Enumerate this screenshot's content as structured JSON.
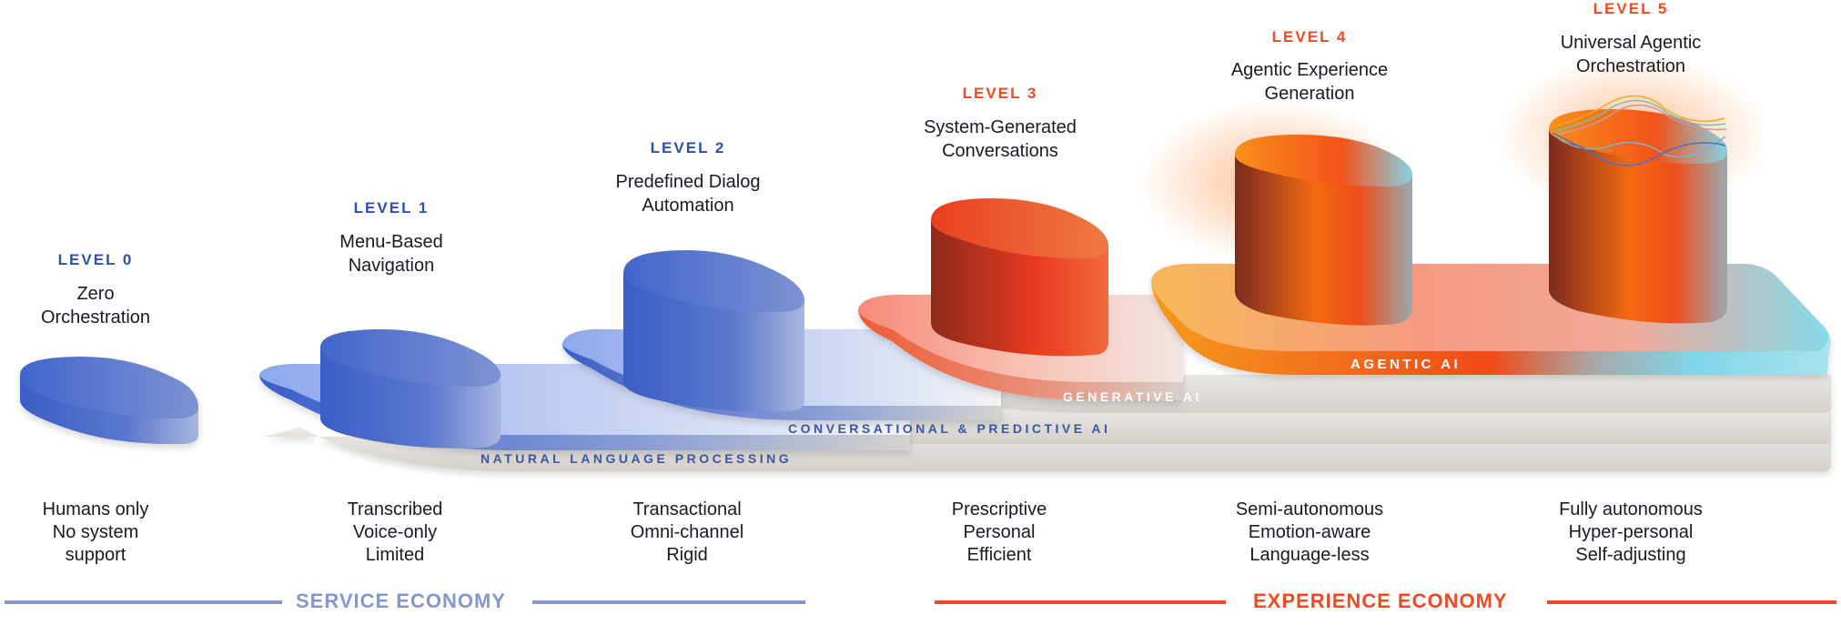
{
  "levels": [
    {
      "level": "LEVEL 0",
      "title_line1": "Zero",
      "title_line2": "Orchestration",
      "desc": [
        "Humans only",
        "No system",
        "support"
      ],
      "color": "#2f4fb0"
    },
    {
      "level": "LEVEL 1",
      "title_line1": "Menu-Based",
      "title_line2": "Navigation",
      "desc": [
        "Transcribed",
        "Voice-only",
        "Limited"
      ],
      "color": "#2f4fb0"
    },
    {
      "level": "LEVEL 2",
      "title_line1": "Predefined Dialog",
      "title_line2": "Automation",
      "desc": [
        "Transactional",
        "Omni-channel",
        "Rigid"
      ],
      "color": "#2f4fb0"
    },
    {
      "level": "LEVEL 3",
      "title_line1": "System-Generated",
      "title_line2": "Conversations",
      "desc": [
        "Prescriptive",
        "Personal",
        "Efficient"
      ],
      "color": "#f04a23"
    },
    {
      "level": "LEVEL 4",
      "title_line1": "Agentic Experience",
      "title_line2": "Generation",
      "desc": [
        "Semi-autonomous",
        "Emotion-aware",
        "Language-less"
      ],
      "color": "#f04a23"
    },
    {
      "level": "LEVEL 5",
      "title_line1": "Universal Agentic",
      "title_line2": "Orchestration",
      "desc": [
        "Fully autonomous",
        "Hyper-personal",
        "Self-adjusting"
      ],
      "color": "#f04a23"
    }
  ],
  "layers": {
    "nlp": "NATURAL LANGUAGE PROCESSING",
    "conversational": "CONVERSATIONAL & PREDICTIVE AI",
    "generative": "GENERATIVE AI",
    "agentic": "AGENTIC AI"
  },
  "economies": {
    "service": {
      "label": "SERVICE ECONOMY",
      "color": "#8597cf"
    },
    "experience": {
      "label": "EXPERIENCE ECONOMY",
      "color": "#f04a23"
    }
  },
  "colors": {
    "blue": "#3b5fc8",
    "orange": "#f04a23",
    "cyan": "#7fd6e8",
    "amber": "#f59a1e"
  }
}
